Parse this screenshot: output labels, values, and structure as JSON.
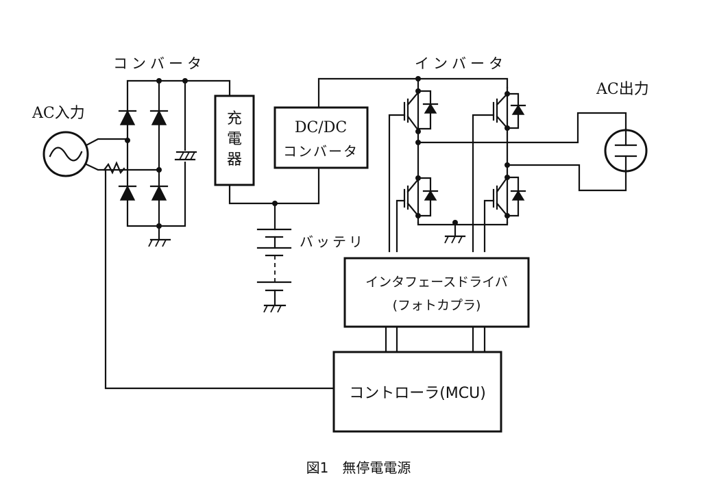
{
  "diagram": {
    "title": "UPS block diagram",
    "caption": "図1　無停電電源",
    "labels": {
      "ac_input": "AC入力",
      "converter": "コンバータ",
      "charger": [
        "充",
        "電",
        "器"
      ],
      "dcdc_line1": "DC/DC",
      "dcdc_line2": "コンバータ",
      "battery": "バッテリ",
      "inverter": "インバータ",
      "ac_output": "AC出力",
      "interface_line1": "インタフェースドライバ",
      "interface_line2": "(フォトカプラ)",
      "controller": "コントローラ(MCU)"
    },
    "components": [
      "ac-source",
      "current-sense-resistor",
      "diode-bridge-rectifier",
      "smoothing-capacitor",
      "charger",
      "dcdc-converter",
      "battery",
      "igbt-full-bridge-inverter",
      "ac-load",
      "interface-driver",
      "controller-mcu",
      "ground"
    ]
  }
}
